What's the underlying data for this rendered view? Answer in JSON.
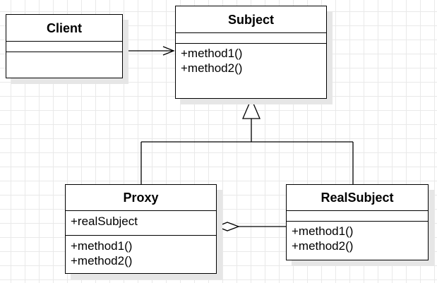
{
  "classes": {
    "client": {
      "name": "Client",
      "attributes": [],
      "methods": []
    },
    "subject": {
      "name": "Subject",
      "attributes": [],
      "methods": [
        "+method1()",
        "+method2()"
      ]
    },
    "proxy": {
      "name": "Proxy",
      "attributes": [
        "+realSubject"
      ],
      "methods": [
        "+method1()",
        "+method2()"
      ]
    },
    "real_subject": {
      "name": "RealSubject",
      "attributes": [],
      "methods": [
        "+method1()",
        "+method2()"
      ]
    }
  },
  "relationships": [
    {
      "type": "association",
      "from": "Client",
      "to": "Subject",
      "arrow": "open"
    },
    {
      "type": "generalization",
      "from": "Proxy",
      "to": "Subject",
      "arrow": "hollow-triangle"
    },
    {
      "type": "generalization",
      "from": "RealSubject",
      "to": "Subject",
      "arrow": "hollow-triangle"
    },
    {
      "type": "aggregation",
      "from": "Proxy",
      "to": "RealSubject",
      "arrow": "hollow-diamond"
    }
  ]
}
